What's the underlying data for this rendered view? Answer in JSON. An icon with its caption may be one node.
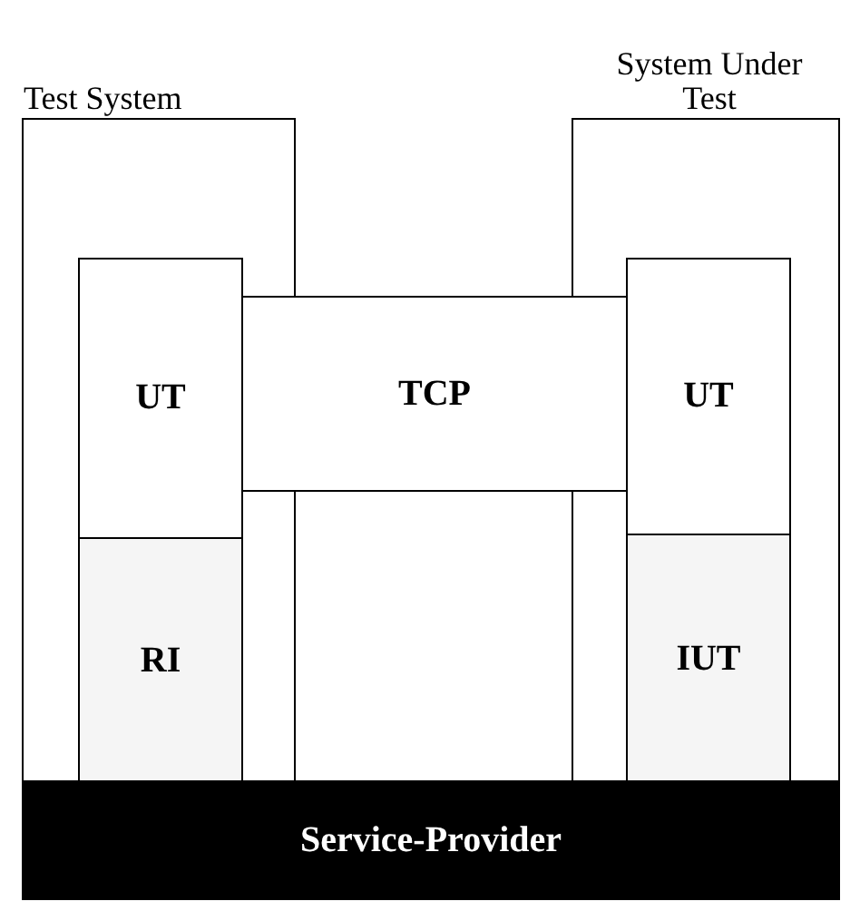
{
  "diagram": {
    "nodes": [
      {
        "text": [
          "Test System"
        ]
      },
      {
        "text": [
          "System Under Test"
        ]
      },
      {
        "text": [
          "UT"
        ],
        "in": 0
      },
      {
        "text": [
          "RI"
        ],
        "in": 0
      },
      {
        "text": [
          "TCP"
        ]
      },
      {
        "text": [
          "UT"
        ],
        "in": 1
      },
      {
        "text": [
          "IUT"
        ],
        "in": 1
      },
      {
        "text": [
          "Service-Provider"
        ]
      }
    ]
  }
}
